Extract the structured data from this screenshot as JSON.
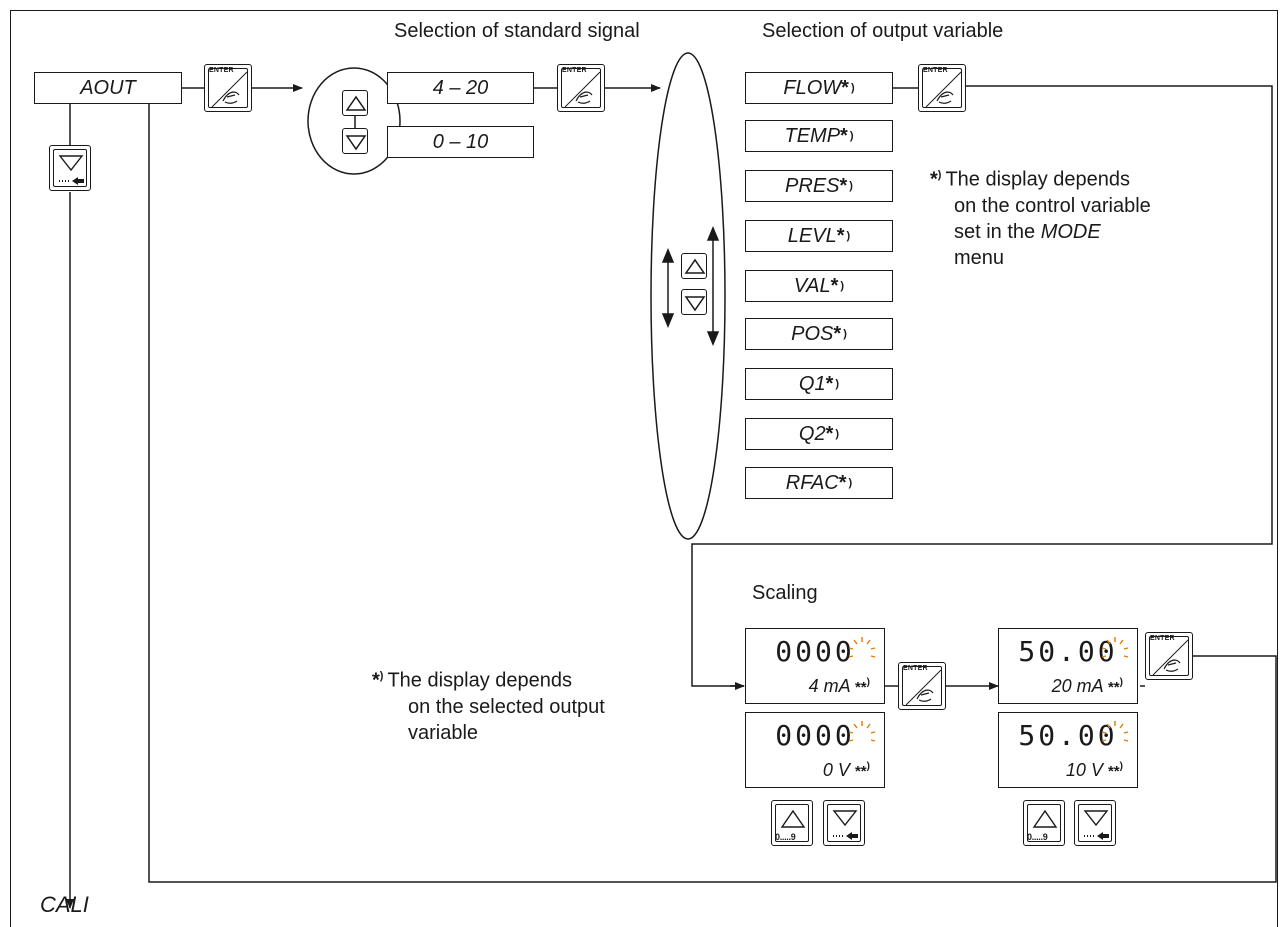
{
  "colors": {
    "line": "#1a1a1a",
    "blink": "#e07b00"
  },
  "menu": {
    "aout": "AOUT",
    "cali": "CALI"
  },
  "headings": {
    "standard_signal": "Selection of standard signal",
    "output_variable": "Selection of output variable",
    "scaling": "Scaling"
  },
  "signals": [
    "4 – 20",
    "0 – 10"
  ],
  "variables": [
    "FLOW",
    "TEMP",
    "PRES",
    "LEVL",
    "VAL",
    "POS",
    "Q1",
    "Q2",
    "RFAC"
  ],
  "variable_suffix": {
    "star": "*",
    "sup": ")"
  },
  "notes": {
    "mode_note": {
      "mark": "*",
      "sup": ")",
      "line1": "The display depends",
      "line2": "on the control variable",
      "line3_pre": "set in the ",
      "line3_em": "MODE",
      "line4": "menu"
    },
    "output_note": {
      "mark": "*",
      "sup": ")",
      "line1": "The display depends",
      "line2": "on the selected output",
      "line3": "variable"
    }
  },
  "keys": {
    "enter": "ENTER",
    "digit_range": "0.....9"
  },
  "icons": {
    "enter": "enter-hand-icon",
    "up": "up-triangle-icon",
    "down": "down-triangle-icon",
    "back": "back-arrow-icon"
  },
  "displays": [
    {
      "id": "d1",
      "value": "0000",
      "unit": "4 mA",
      "suffix": "**",
      "sup": ")"
    },
    {
      "id": "d2",
      "value": "50.00",
      "unit": "20 mA",
      "suffix": "**",
      "sup": ")"
    },
    {
      "id": "d3",
      "value": "0000",
      "unit": "0 V",
      "suffix": "**",
      "sup": ")"
    },
    {
      "id": "d4",
      "value": "50.00",
      "unit": "10 V",
      "suffix": "**",
      "sup": ")"
    }
  ]
}
